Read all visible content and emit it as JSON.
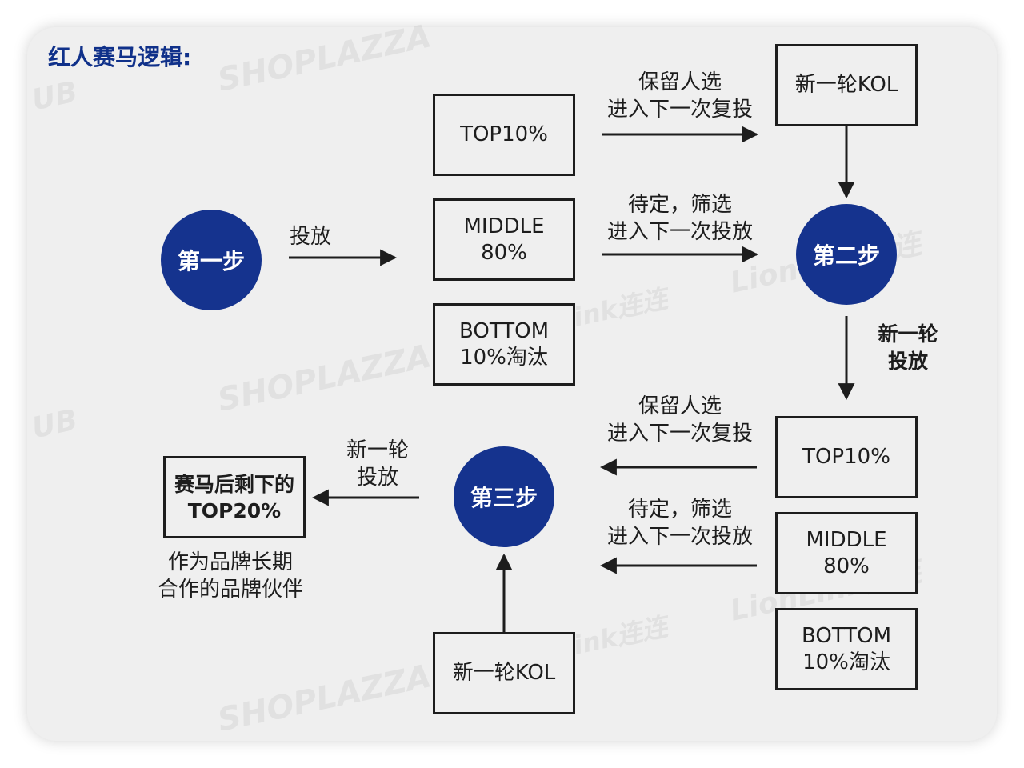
{
  "title": "红人赛马逻辑:",
  "steps": {
    "step1": "第一步",
    "step2": "第二步",
    "step3": "第三步"
  },
  "top_group": {
    "top": "TOP10%",
    "middle": "MIDDLE\n80%",
    "bottom": "BOTTOM\n10%淘汰"
  },
  "right_group": {
    "new_kol": "新一轮KOL",
    "top": "TOP10%",
    "middle": "MIDDLE\n80%",
    "bottom": "BOTTOM\n10%淘汰"
  },
  "bottom_kol": "新一轮KOL",
  "result_box": "赛马后剩下的\nTOP20%",
  "result_note": "作为品牌长期\n合作的品牌伙伴",
  "labels": {
    "launch": "投放",
    "keep_upper": "保留人选\n进入下一次复投",
    "pending_upper": "待定，筛选\n进入下一次投放",
    "new_round_right": "新一轮\n投放",
    "keep_lower": "保留人选\n进入下一次复投",
    "pending_lower": "待定，筛选\n进入下一次投放",
    "new_round_left": "新一轮\n投放"
  },
  "watermarks": [
    "SHOPLAZZA",
    "SHOPLAZZA",
    "SHOPLAZZA",
    "UB",
    "UB",
    "LionLink连连",
    "LionLink连连",
    "LionLink连连",
    "LionLink连连"
  ],
  "colors": {
    "accent": "#15338e",
    "title": "#10318a",
    "line": "#1d1d1d",
    "background": "#efefef"
  }
}
